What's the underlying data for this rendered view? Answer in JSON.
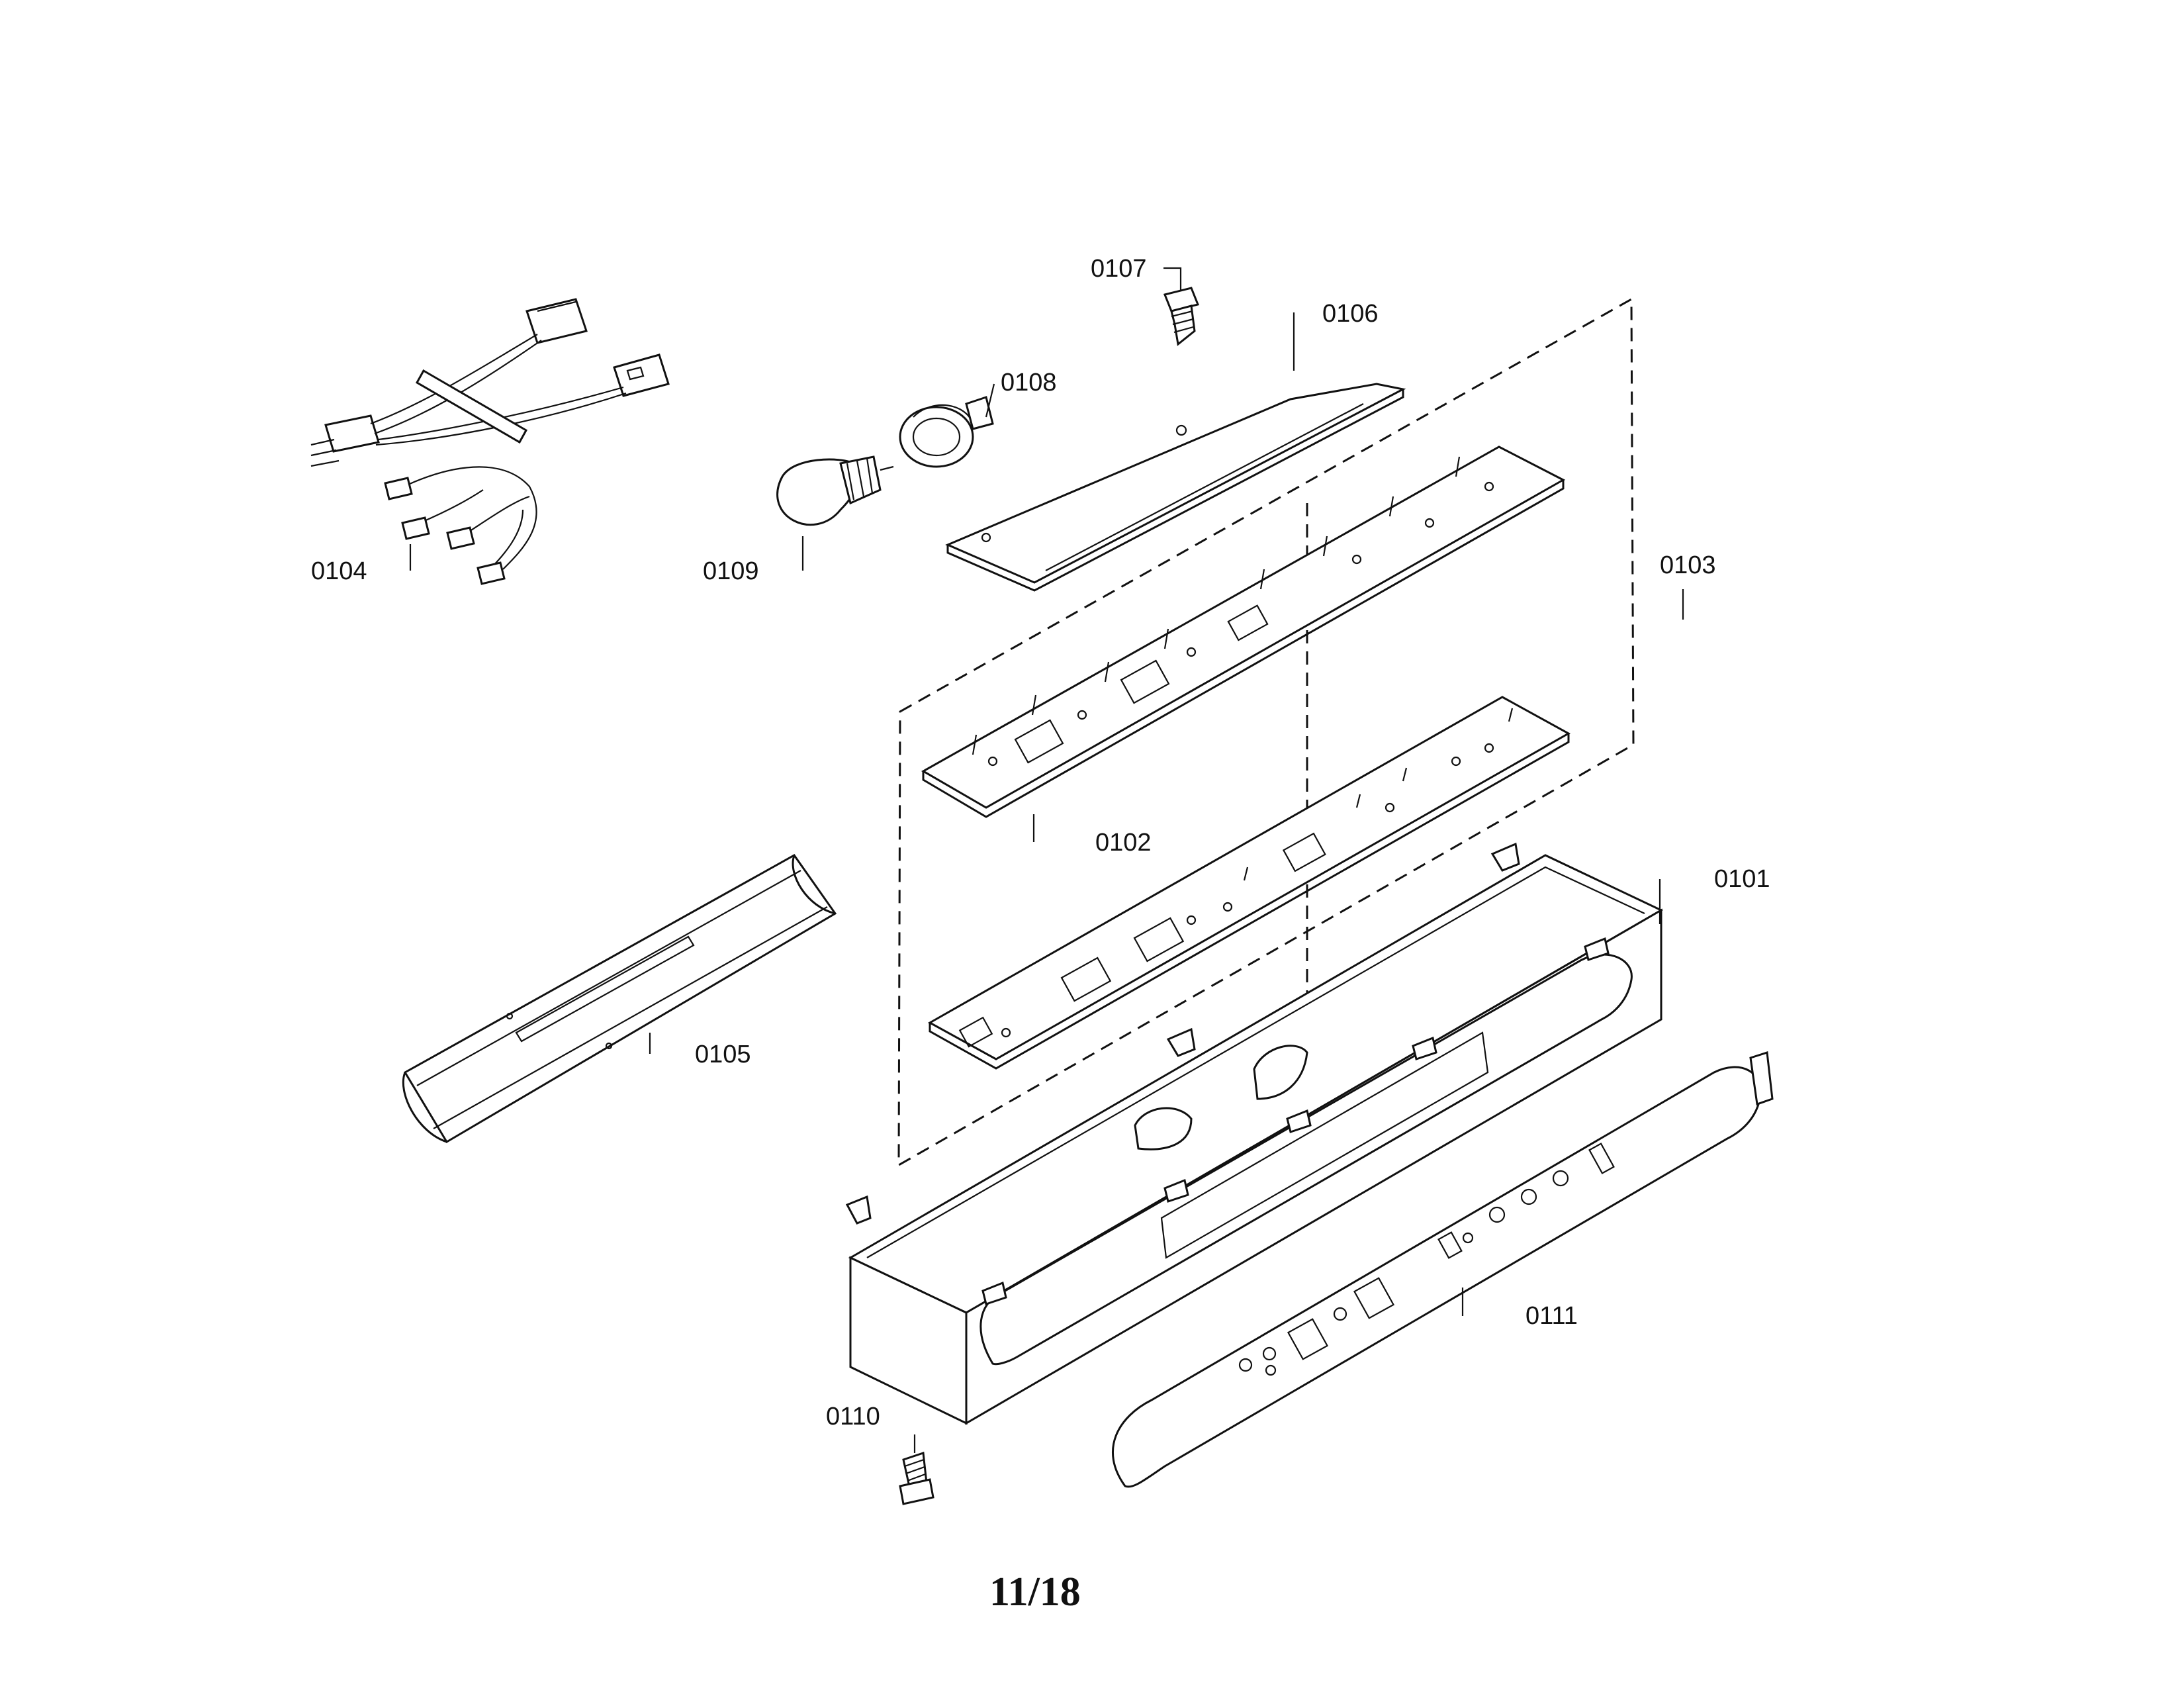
{
  "callouts": {
    "p0101": "0101",
    "p0102": "0102",
    "p0103": "0103",
    "p0104": "0104",
    "p0105": "0105",
    "p0106": "0106",
    "p0107": "0107",
    "p0108": "0108",
    "p0109": "0109",
    "p0110": "0110",
    "p0111": "0111"
  },
  "page_number": "11/18"
}
